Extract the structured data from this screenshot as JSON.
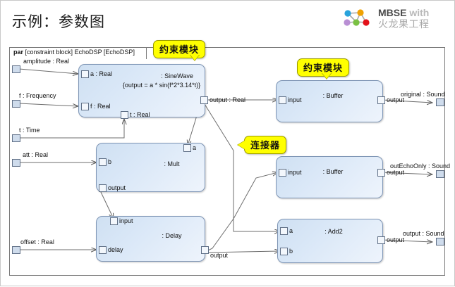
{
  "slide": {
    "title": "示例：参数图"
  },
  "logo": {
    "name": "mbse-logo",
    "line1_main": "MBSE",
    "line1_sub": "with",
    "line2": "火龙果工程",
    "node_colors": [
      "#29a3dc",
      "#f0a202",
      "#b98fd4",
      "#7ac143",
      "#e3121a"
    ]
  },
  "frame": {
    "keyword": "par",
    "label": "[constraint block] EchoDSP [EchoDSP]"
  },
  "callouts": [
    {
      "id": "callout-constraint-1",
      "text": "约束模块",
      "tail": "down"
    },
    {
      "id": "callout-constraint-2",
      "text": "约束模块",
      "tail": "down"
    },
    {
      "id": "callout-connector",
      "text": "连接器",
      "tail": "left"
    }
  ],
  "boundary_ports_left": [
    {
      "label": "amplitude : Real"
    },
    {
      "label": "f : Frequency"
    },
    {
      "label": "t : Time"
    },
    {
      "label": "att : Real"
    },
    {
      "label": "offset : Real"
    }
  ],
  "boundary_ports_right": [
    {
      "label": "original : Sound"
    },
    {
      "label": "outEchoOnly : Sound"
    },
    {
      "label": "output : Sound"
    }
  ],
  "blocks": [
    {
      "id": "block-sinewave",
      "name": ": SineWave",
      "expression": "{output = a * sin(f*2*3.14*t)}",
      "ports": [
        {
          "name": "a : Real"
        },
        {
          "name": "f : Real"
        },
        {
          "name": "t : Real"
        },
        {
          "name": "output : Real"
        }
      ]
    },
    {
      "id": "block-mult",
      "name": ": Mult",
      "expression": "",
      "ports": [
        {
          "name": "a"
        },
        {
          "name": "b"
        },
        {
          "name": "output"
        }
      ]
    },
    {
      "id": "block-delay",
      "name": ": Delay",
      "expression": "",
      "ports": [
        {
          "name": "input"
        },
        {
          "name": "delay"
        },
        {
          "name": "output"
        }
      ]
    },
    {
      "id": "block-buffer-1",
      "name": ": Buffer",
      "expression": "",
      "ports": [
        {
          "name": "input"
        },
        {
          "name": "output"
        }
      ]
    },
    {
      "id": "block-buffer-2",
      "name": ": Buffer",
      "expression": "",
      "ports": [
        {
          "name": "input"
        },
        {
          "name": "output"
        }
      ]
    },
    {
      "id": "block-add2",
      "name": ": Add2",
      "expression": "",
      "ports": [
        {
          "name": "a"
        },
        {
          "name": "b"
        },
        {
          "name": "output"
        }
      ]
    }
  ],
  "colors": {
    "block_fill": "#d7e6f7",
    "block_border": "#7e95b5",
    "callout_fill": "#ffff00",
    "frame_border": "#7a7a7a",
    "wire": "#6d6d6d"
  }
}
